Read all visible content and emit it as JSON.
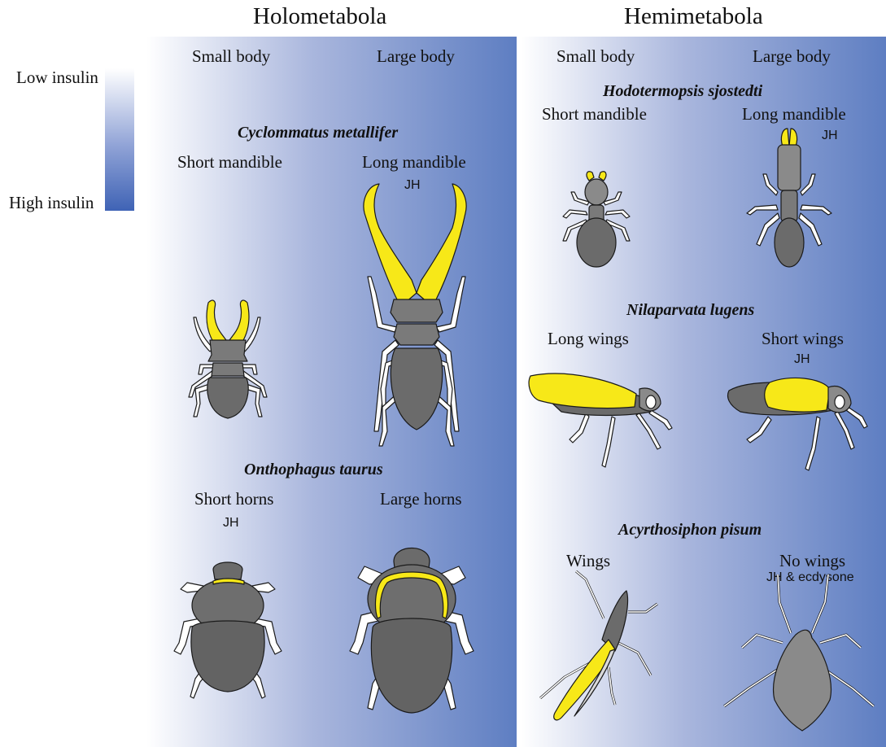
{
  "headers": {
    "holometabola": "Holometabola",
    "hemimetabola": "Hemimetabola"
  },
  "legend": {
    "low": "Low insulin",
    "high": "High insulin"
  },
  "holometabola": {
    "small_body": "Small body",
    "large_body": "Large body",
    "species1": {
      "name": "Cyclommatus metallifer",
      "left_label": "Short mandible",
      "right_label": "Long mandible",
      "hormone": "JH"
    },
    "species2": {
      "name": "Onthophagus taurus",
      "left_label": "Short horns",
      "right_label": "Large horns",
      "hormone": "JH"
    }
  },
  "hemimetabola": {
    "small_body": "Small body",
    "large_body": "Large body",
    "species1": {
      "name": "Hodotermopsis sjostedti",
      "left_label": "Short mandible",
      "right_label": "Long mandible",
      "hormone": "JH"
    },
    "species2": {
      "name": "Nilaparvata lugens",
      "left_label": "Long wings",
      "right_label": "Short wings",
      "hormone": "JH"
    },
    "species3": {
      "name": "Acyrthosiphon pisum",
      "left_label": "Wings",
      "right_label": "No wings",
      "hormone": "JH & ecdysone"
    }
  },
  "colors": {
    "highlight": "#f7e818",
    "body": "#686868",
    "body_light": "#8c8c8c",
    "leg": "#ffffff",
    "gradient_dark": "#5e7ec2"
  }
}
